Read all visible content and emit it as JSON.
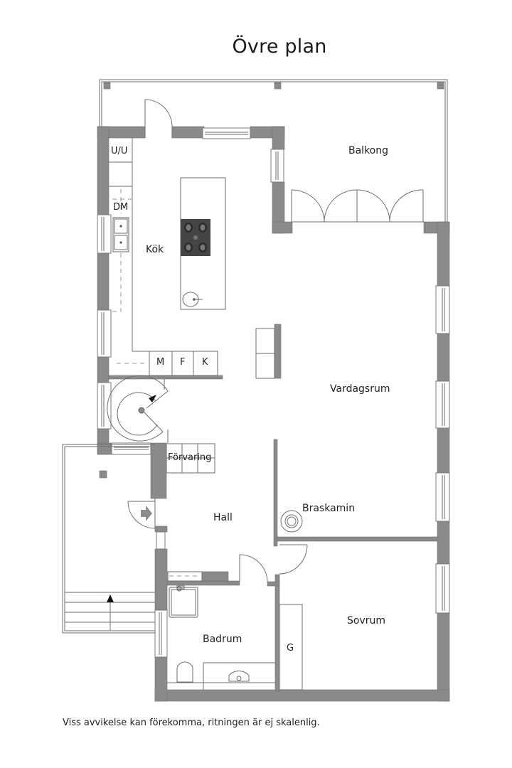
{
  "title": "Övre plan",
  "rooms": {
    "balkong": "Balkong",
    "kok": "Kök",
    "vardagsrum": "Vardagsrum",
    "forvaring": "Förvaring",
    "hall": "Hall",
    "braskamin": "Braskamin",
    "badrum": "Badrum",
    "sovrum": "Sovrum"
  },
  "fixtures": {
    "uu": "U/U",
    "dm": "DM",
    "m": "M",
    "f": "F",
    "k": "K",
    "g": "G"
  },
  "icons": {
    "entrance": "entrance-arrow-icon",
    "stair_up": "stair-direction-arrow-icon",
    "stove": "cooktop-icon",
    "fireplace": "fireplace-icon"
  },
  "colors": {
    "wall": "#8a8a8a",
    "line": "#6e6e6e",
    "text": "#222222",
    "background": "#ffffff"
  },
  "footer": "Viss avvikelse kan förekomma, ritningen är ej skalenlig."
}
